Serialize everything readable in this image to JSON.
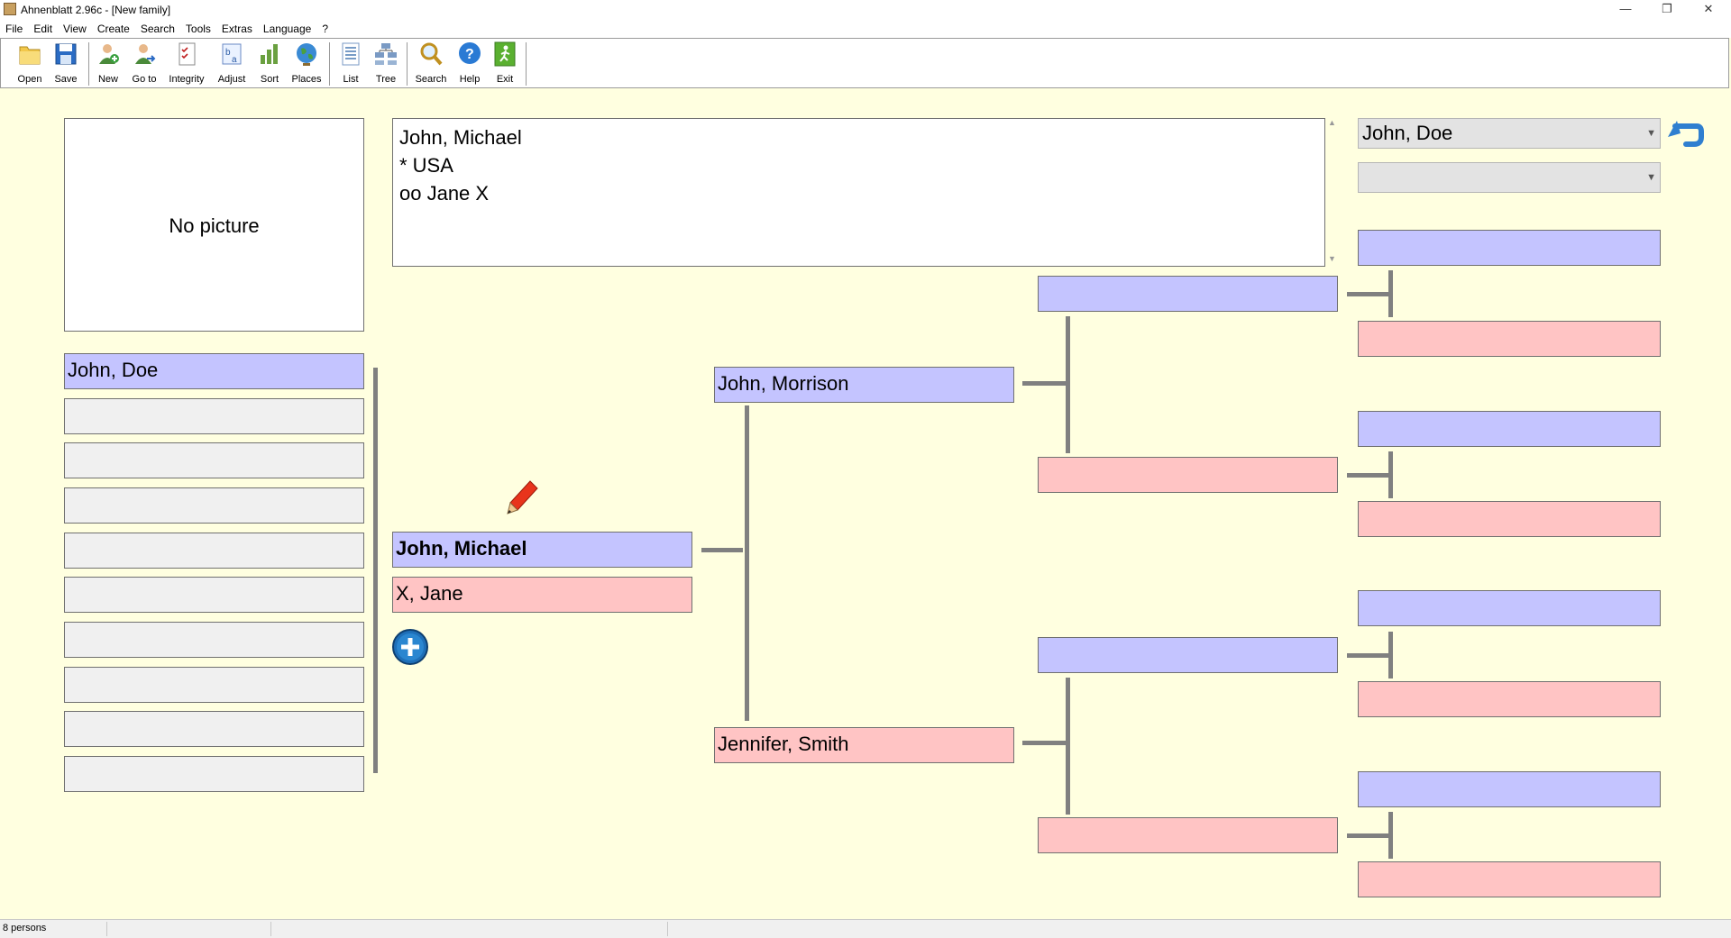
{
  "window": {
    "title": "Ahnenblatt 2.96c - [New family]"
  },
  "menu": [
    "File",
    "Edit",
    "View",
    "Create",
    "Search",
    "Tools",
    "Extras",
    "Language",
    "?"
  ],
  "toolbar": {
    "open": "Open",
    "save": "Save",
    "new": "New",
    "goto": "Go to",
    "integrity": "Integrity",
    "adjust": "Adjust",
    "sort": "Sort",
    "places": "Places",
    "list": "List",
    "tree": "Tree",
    "search": "Search",
    "help": "Help",
    "exit": "Exit"
  },
  "picture": {
    "label": "No picture"
  },
  "notes": {
    "lines": [
      "John, Michael",
      "* USA",
      "oo Jane X"
    ]
  },
  "person_select": {
    "value": "John, Doe",
    "secondary": ""
  },
  "children": {
    "items": [
      "John, Doe"
    ]
  },
  "proband": {
    "name": "John, Michael",
    "spouse": "X, Jane"
  },
  "parents": {
    "father": "John, Morrison",
    "mother": "Jennifer, Smith"
  },
  "status": {
    "count": "8 persons"
  },
  "colors": {
    "male": "#c4c4ff",
    "female": "#ffc4c4",
    "empty": "#f0f0f0",
    "background": "#ffffe0"
  }
}
